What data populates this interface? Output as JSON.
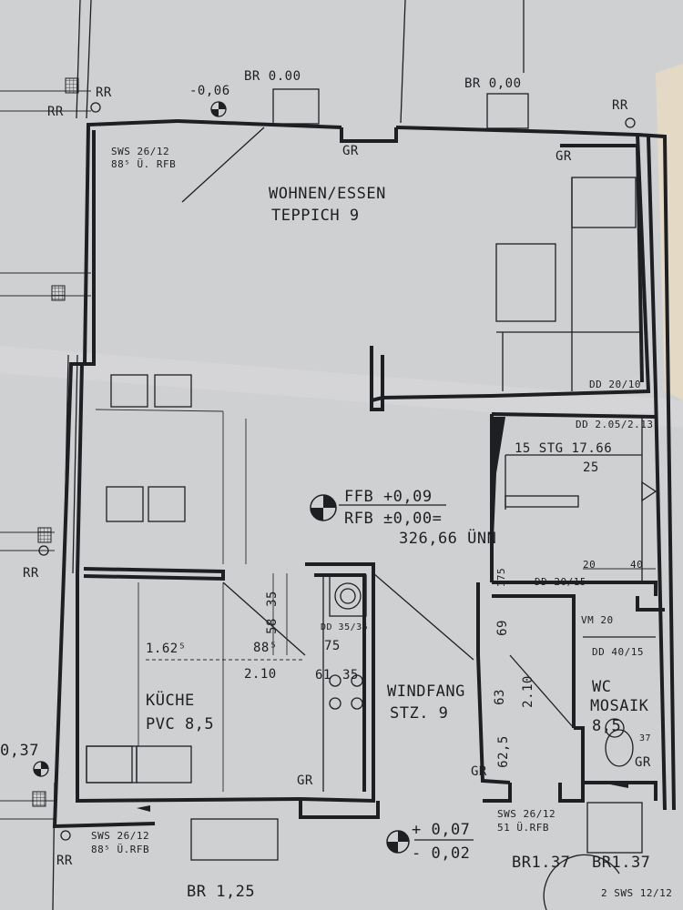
{
  "rooms": {
    "living": {
      "name": "WOHNEN/ESSEN",
      "floor": "TEPPICH 9"
    },
    "kitchen": {
      "name": "KÜCHE",
      "floor": "PVC 8,5",
      "dim_width": "1.62⁵",
      "dim_length": "2.10",
      "dim_88": "88⁵"
    },
    "windfang": {
      "name": "WINDFANG",
      "floor": "STZ. 9",
      "dim_a": "69",
      "dim_b": "63",
      "dim_c": "2.10",
      "dim_d": "62,5"
    },
    "wc": {
      "name": "WC",
      "floor": "MOSAIK",
      "floor_value": "8,5"
    }
  },
  "levels": {
    "living_top": "-0,06",
    "center_ffb": "FFB +0,09",
    "center_rfb": "RFB ±0,00=",
    "center_nn": "326,66 ÜNN",
    "bottom_plus": "+ 0,07",
    "bottom_minus": "- 0,02",
    "left_side": "0,37"
  },
  "labels": {
    "br_top_left": "BR 0.00",
    "br_top_right": "BR 0,00",
    "rr_top_left_a": "RR",
    "rr_top_left_b": "RR",
    "rr_top_right": "RR",
    "rr_mid_left": "RR",
    "rr_bottom_left": "RR",
    "gr_top_left": "GR",
    "gr_top_right": "GR",
    "gr_kitchen": "GR",
    "gr_windfang": "GR",
    "gr_wc": "GR",
    "sws_top_a": "SWS 26/12",
    "sws_top_b": "88⁵ Ü. RFB",
    "sws_bottom_a": "SWS 26/12",
    "sws_bottom_b": "88⁵ Ü.RFB",
    "sws_right_a": "SWS 26/12",
    "sws_right_b": "51 Ü.RFB",
    "br_bottom": "BR 1,25",
    "br_bottom_r1": "BR1.37",
    "br_bottom_r2": "BR1.37",
    "sws_corner": "2 SWS 12/12",
    "dd_living": "DD 20/10",
    "dd_stairs": "DD 2.05/2.13",
    "stairs_a": "15 STG 17.66",
    "stairs_b": "25",
    "dd_20_15": "DD 20/15",
    "vm": "VM 20",
    "dd_40_15": "DD 40/15",
    "dd_35_35": "DD 35/35",
    "dim_20": "20",
    "dim_40": "40",
    "dim_175": "175",
    "dim_37": "37",
    "dim_75": "75",
    "dim_35_a": "35",
    "dim_35_b": "35",
    "dim_61": "61",
    "dim_58": "58"
  }
}
